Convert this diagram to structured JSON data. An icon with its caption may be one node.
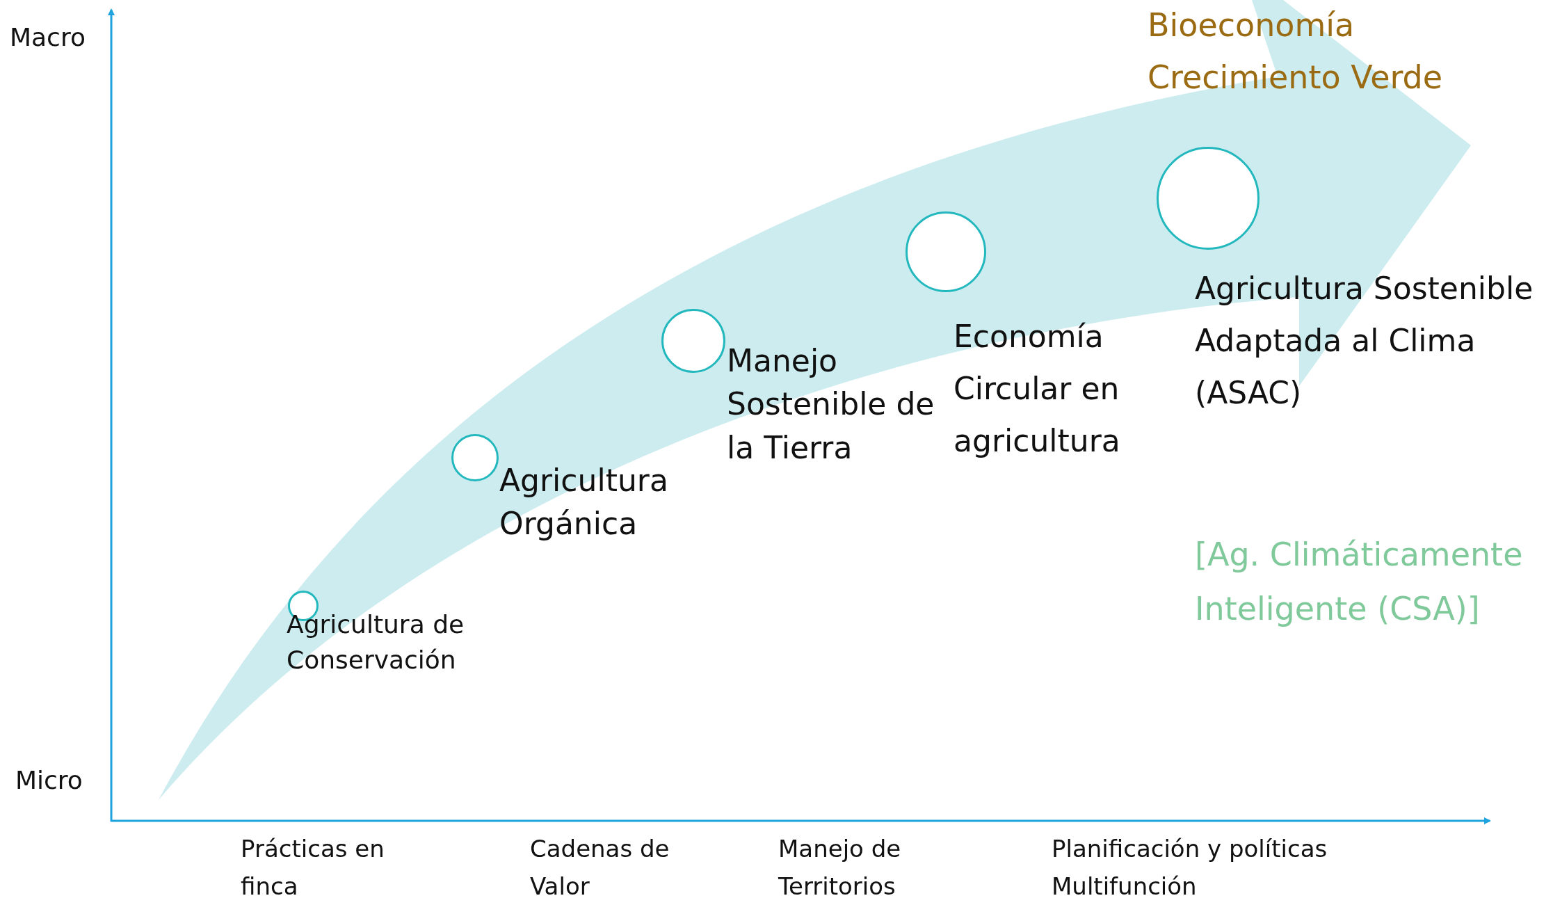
{
  "diagram": {
    "nodes": [
      {
        "text": [
          "Agricultura de Conservación"
        ]
      },
      {
        "text": [
          "Agricultura Orgánica"
        ]
      },
      {
        "text": [
          "Manejo Sostenible de la Tierra"
        ]
      },
      {
        "text": [
          "Economía Circular en agricultura"
        ]
      },
      {
        "text": [
          "Agricultura Sostenible Adaptada al Clima (ASAC)"
        ]
      }
    ],
    "labels": [
      "Bioeconomía",
      "Crecimiento Verde",
      "Macro",
      "[Ag. Climáticamente Inteligente (CSA)]",
      "Micro",
      "Prácticas en finca",
      "Cadenas de Valor",
      "Manejo de Territorios",
      "Planificación y políticas Multifunción"
    ]
  }
}
